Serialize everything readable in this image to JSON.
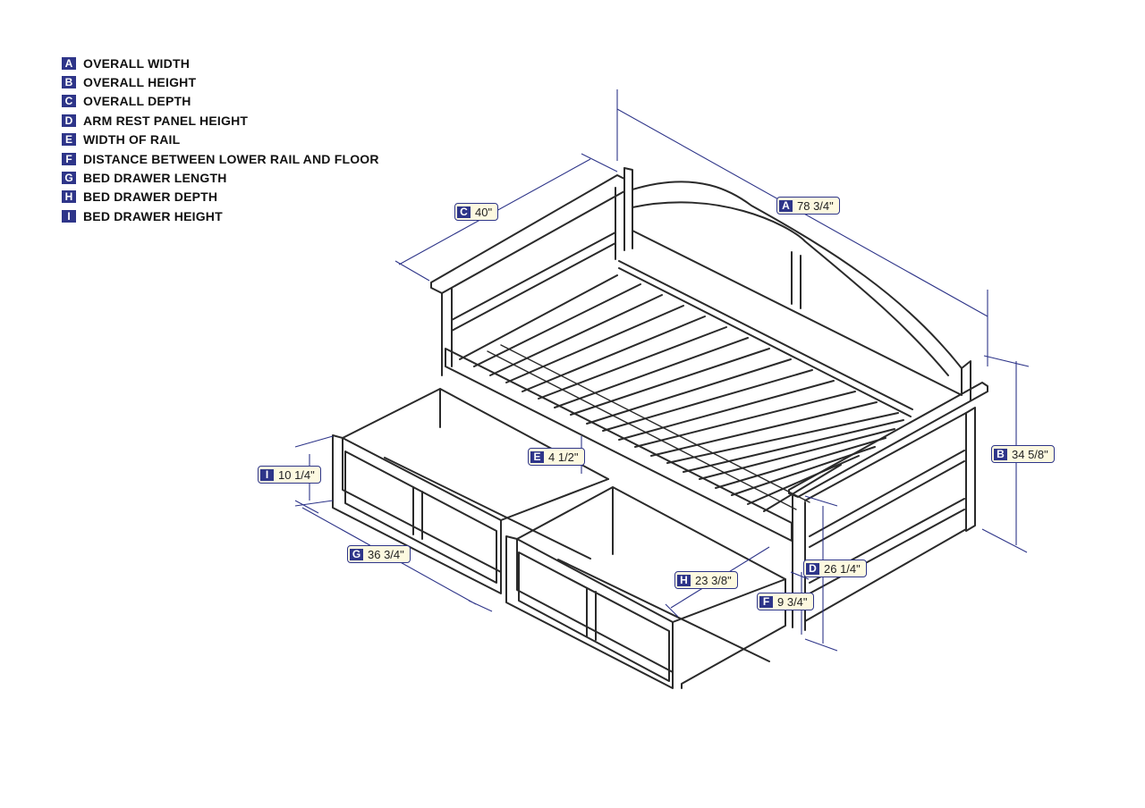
{
  "legend": [
    {
      "letter": "A",
      "label": "OVERALL WIDTH"
    },
    {
      "letter": "B",
      "label": "OVERALL HEIGHT"
    },
    {
      "letter": "C",
      "label": "OVERALL DEPTH"
    },
    {
      "letter": "D",
      "label": "ARM REST PANEL HEIGHT"
    },
    {
      "letter": "E",
      "label": "WIDTH OF RAIL"
    },
    {
      "letter": "F",
      "label": "DISTANCE BETWEEN LOWER RAIL AND FLOOR"
    },
    {
      "letter": "G",
      "label": "BED DRAWER LENGTH"
    },
    {
      "letter": "H",
      "label": "BED DRAWER DEPTH"
    },
    {
      "letter": "I",
      "label": "BED DRAWER HEIGHT"
    }
  ],
  "callouts": {
    "A": {
      "letter": "A",
      "value": "78 3/4\""
    },
    "B": {
      "letter": "B",
      "value": "34 5/8\""
    },
    "C": {
      "letter": "C",
      "value": "40\""
    },
    "D": {
      "letter": "D",
      "value": "26 1/4\""
    },
    "E": {
      "letter": "E",
      "value": "4 1/2\""
    },
    "F": {
      "letter": "F",
      "value": "9 3/4\""
    },
    "G": {
      "letter": "G",
      "value": "36 3/4\""
    },
    "H": {
      "letter": "H",
      "value": "23 3/8\""
    },
    "I": {
      "letter": "I",
      "value": "10 1/4\""
    }
  },
  "colors": {
    "accent": "#2e3589",
    "callout_bg": "#fdf9e0",
    "line": "#2a2a2a"
  }
}
